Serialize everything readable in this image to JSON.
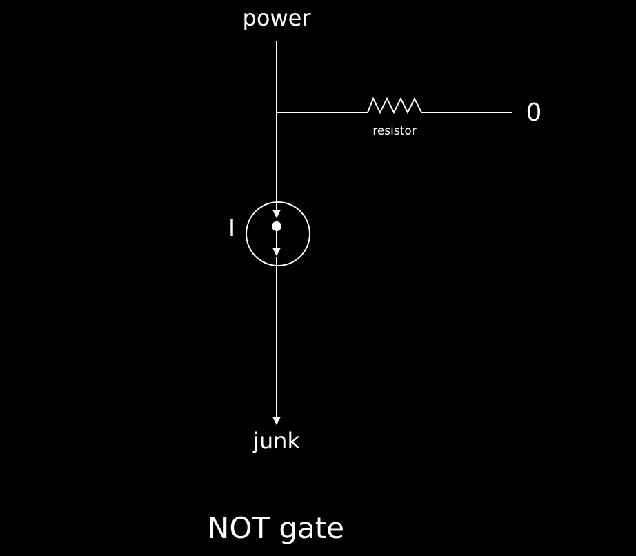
{
  "diagram": {
    "power_label": "power",
    "output_label": "0",
    "resistor_label": "resistor",
    "input_label": "I",
    "junk_label": "junk",
    "caption": "NOT gate"
  },
  "colors": {
    "background": "#000000",
    "stroke": "#ffffff"
  }
}
